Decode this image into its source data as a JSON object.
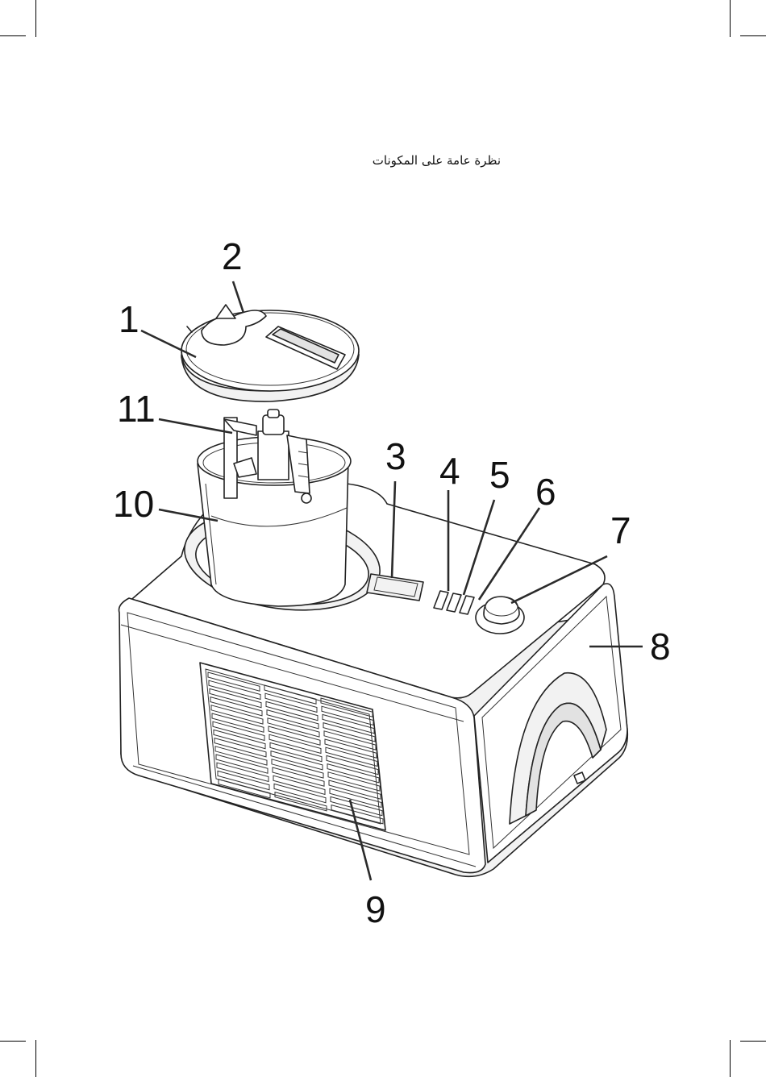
{
  "page": {
    "title": "نظرة عامة على المكونات"
  },
  "callouts": [
    {
      "id": "1",
      "label": "1"
    },
    {
      "id": "2",
      "label": "2"
    },
    {
      "id": "3",
      "label": "3"
    },
    {
      "id": "4",
      "label": "4"
    },
    {
      "id": "5",
      "label": "5"
    },
    {
      "id": "6",
      "label": "6"
    },
    {
      "id": "7",
      "label": "7"
    },
    {
      "id": "8",
      "label": "8"
    },
    {
      "id": "9",
      "label": "9"
    },
    {
      "id": "10",
      "label": "10"
    },
    {
      "id": "11",
      "label": "11"
    }
  ]
}
